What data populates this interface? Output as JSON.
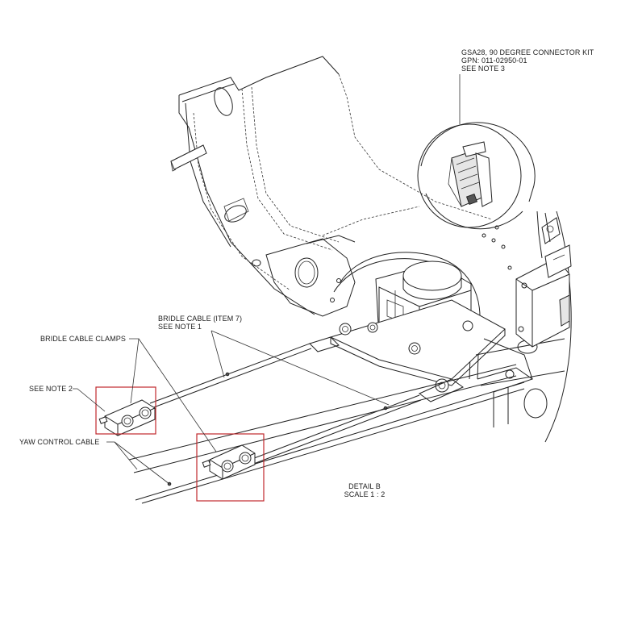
{
  "callouts": {
    "connector_kit": {
      "line1": "GSA28, 90 DEGREE CONNECTOR KIT",
      "line2": "GPN: 011-02950-01",
      "line3": "SEE NOTE 3"
    },
    "bridle_cable": {
      "line1": "BRIDLE CABLE (ITEM 7)",
      "line2": "SEE NOTE 1"
    },
    "bridle_clamps": "BRIDLE CABLE CLAMPS",
    "note2": "SEE NOTE 2",
    "yaw_cable": "YAW CONTROL CABLE"
  },
  "detail": {
    "title": "DETAIL B",
    "scale": "SCALE 1 : 2"
  },
  "colors": {
    "highlight": "#c0282d",
    "line": "#222222"
  }
}
